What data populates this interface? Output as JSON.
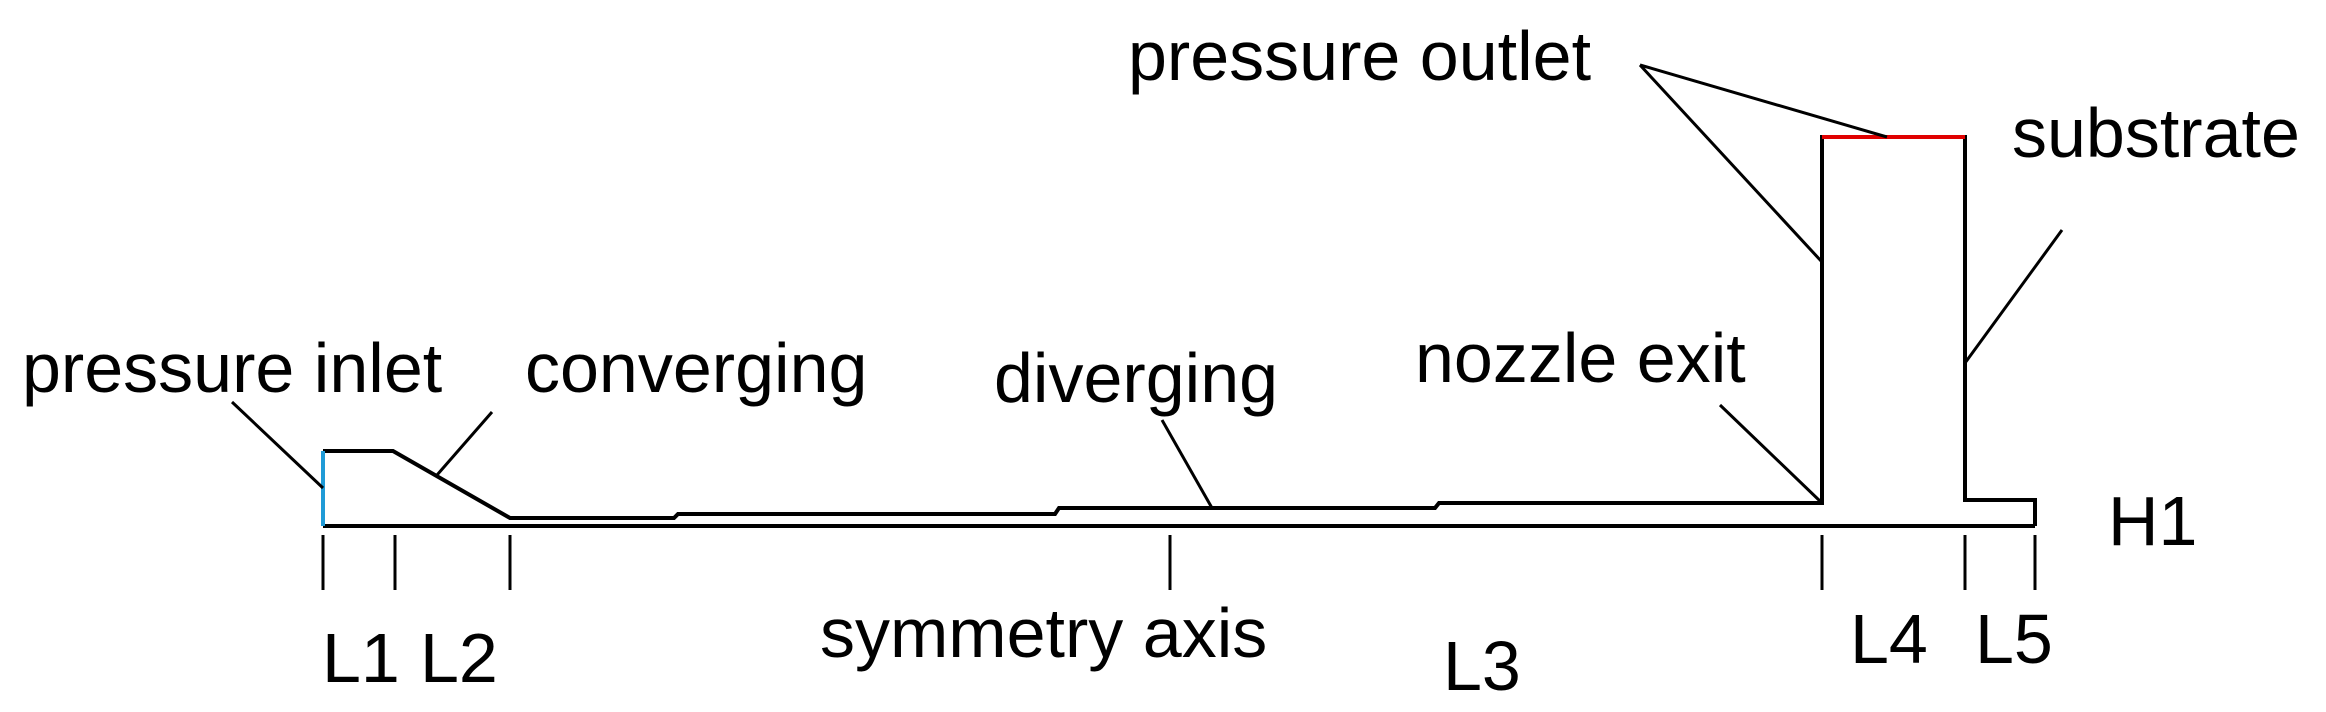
{
  "diagram": {
    "labels": {
      "pressure_inlet": "pressure inlet",
      "converging": "converging",
      "diverging": "diverging",
      "nozzle_exit": "nozzle exit",
      "pressure_outlet": "pressure outlet",
      "substrate": "substrate",
      "symmetry_axis": "symmetry axis",
      "h1": "H1",
      "l1": "L1",
      "l2": "L2",
      "l3": "L3",
      "l4": "L4",
      "l5": "L5"
    },
    "colors": {
      "outline": "#000000",
      "inlet_boundary": "#1f9bd7",
      "outlet_boundary": "#e00000",
      "background": "#ffffff"
    }
  }
}
